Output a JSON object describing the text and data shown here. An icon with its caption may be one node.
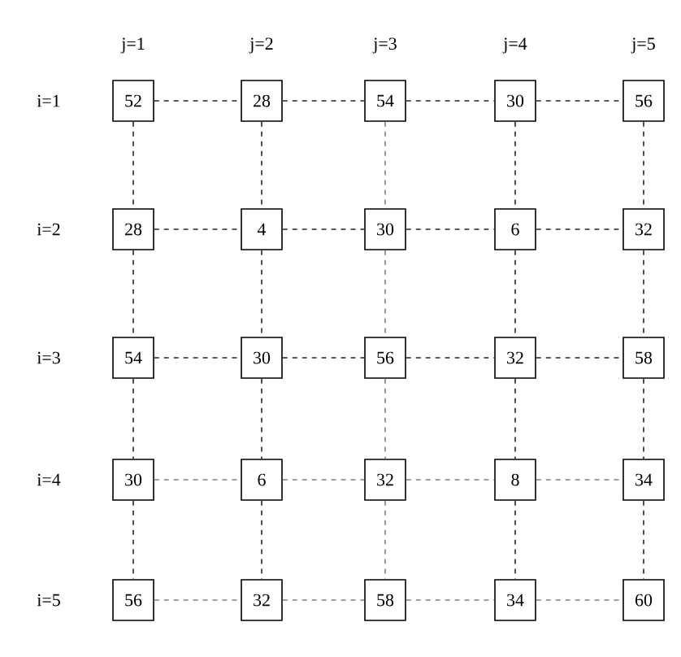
{
  "diagram": {
    "nodes": [
      {
        "text": [
          "52"
        ]
      },
      {
        "text": [
          "28"
        ]
      },
      {
        "text": [
          "54"
        ]
      },
      {
        "text": [
          "30"
        ]
      },
      {
        "text": [
          "56"
        ]
      },
      {
        "text": [
          "28"
        ]
      },
      {
        "text": [
          "4"
        ]
      },
      {
        "text": [
          "30"
        ]
      },
      {
        "text": [
          "6"
        ]
      },
      {
        "text": [
          "32"
        ]
      },
      {
        "text": [
          "54"
        ]
      },
      {
        "text": [
          "30"
        ]
      },
      {
        "text": [
          "56"
        ]
      },
      {
        "text": [
          "32"
        ]
      },
      {
        "text": [
          "58"
        ]
      },
      {
        "text": [
          "30"
        ]
      },
      {
        "text": [
          "6"
        ]
      },
      {
        "text": [
          "32"
        ]
      },
      {
        "text": [
          "8"
        ]
      },
      {
        "text": [
          "34"
        ]
      },
      {
        "text": [
          "56"
        ]
      },
      {
        "text": [
          "32"
        ]
      },
      {
        "text": [
          "58"
        ]
      },
      {
        "text": [
          "34"
        ]
      },
      {
        "text": [
          "60"
        ]
      }
    ],
    "edges": [
      {
        "from": 0,
        "to": 1,
        "arrow": "none",
        "style": "dashed"
      },
      {
        "from": 1,
        "to": 2,
        "arrow": "none",
        "style": "dashed"
      },
      {
        "from": 2,
        "to": 3,
        "arrow": "none",
        "style": "dashed"
      },
      {
        "from": 3,
        "to": 4,
        "arrow": "none",
        "style": "dashed"
      },
      {
        "from": 5,
        "to": 6,
        "arrow": "none",
        "style": "dashed"
      },
      {
        "from": 6,
        "to": 7,
        "arrow": "none",
        "style": "dashed"
      },
      {
        "from": 7,
        "to": 8,
        "arrow": "none",
        "style": "dashed"
      },
      {
        "from": 8,
        "to": 9,
        "arrow": "none",
        "style": "dashed"
      },
      {
        "from": 10,
        "to": 11,
        "arrow": "none",
        "style": "dashed"
      },
      {
        "from": 11,
        "to": 12,
        "arrow": "none",
        "style": "dashed"
      },
      {
        "from": 12,
        "to": 13,
        "arrow": "none",
        "style": "dashed"
      },
      {
        "from": 13,
        "to": 14,
        "arrow": "none",
        "style": "dashed"
      },
      {
        "from": 15,
        "to": 16,
        "arrow": "none",
        "style": "dashed",
        "color": "#808080"
      },
      {
        "from": 16,
        "to": 17,
        "arrow": "none",
        "style": "dashed",
        "color": "#808080"
      },
      {
        "from": 17,
        "to": 18,
        "arrow": "none",
        "style": "dashed",
        "color": "#808080"
      },
      {
        "from": 18,
        "to": 19,
        "arrow": "none",
        "style": "dashed",
        "color": "#808080"
      },
      {
        "from": 20,
        "to": 21,
        "arrow": "none",
        "style": "dashed",
        "color": "#808080"
      },
      {
        "from": 21,
        "to": 22,
        "arrow": "none",
        "style": "dashed",
        "color": "#808080"
      },
      {
        "from": 22,
        "to": 23,
        "arrow": "none",
        "style": "dashed",
        "color": "#808080"
      },
      {
        "from": 23,
        "to": 24,
        "arrow": "none",
        "style": "dashed",
        "color": "#808080"
      },
      {
        "from": 0,
        "to": 5,
        "arrow": "none",
        "style": "dashed"
      },
      {
        "from": 5,
        "to": 10,
        "arrow": "none",
        "style": "dashed"
      },
      {
        "from": 10,
        "to": 15,
        "arrow": "none",
        "style": "dashed"
      },
      {
        "from": 15,
        "to": 20,
        "arrow": "none",
        "style": "dashed"
      },
      {
        "from": 1,
        "to": 6,
        "arrow": "none",
        "style": "dashed"
      },
      {
        "from": 6,
        "to": 11,
        "arrow": "none",
        "style": "dashed"
      },
      {
        "from": 11,
        "to": 16,
        "arrow": "none",
        "style": "dashed"
      },
      {
        "from": 16,
        "to": 21,
        "arrow": "none",
        "style": "dashed"
      },
      {
        "from": 2,
        "to": 7,
        "arrow": "none",
        "style": "dashed",
        "color": "#808080"
      },
      {
        "from": 7,
        "to": 12,
        "arrow": "none",
        "style": "dashed",
        "color": "#808080"
      },
      {
        "from": 12,
        "to": 17,
        "arrow": "none",
        "style": "dashed",
        "color": "#808080"
      },
      {
        "from": 17,
        "to": 22,
        "arrow": "none",
        "style": "dashed",
        "color": "#808080"
      },
      {
        "from": 3,
        "to": 8,
        "arrow": "none",
        "style": "dashed"
      },
      {
        "from": 8,
        "to": 13,
        "arrow": "none",
        "style": "dashed"
      },
      {
        "from": 13,
        "to": 18,
        "arrow": "none",
        "style": "dashed"
      },
      {
        "from": 18,
        "to": 23,
        "arrow": "none",
        "style": "dashed"
      },
      {
        "from": 4,
        "to": 9,
        "arrow": "none",
        "style": "dashed"
      },
      {
        "from": 9,
        "to": 14,
        "arrow": "none",
        "style": "dashed"
      },
      {
        "from": 14,
        "to": 19,
        "arrow": "none",
        "style": "dashed"
      },
      {
        "from": 19,
        "to": 24,
        "arrow": "none",
        "style": "dashed"
      }
    ],
    "labels": [
      "j=1",
      "j=2",
      "j=3",
      "j=4",
      "j=5",
      "i=1",
      "i=2",
      "i=3",
      "i=4",
      "i=5"
    ]
  }
}
